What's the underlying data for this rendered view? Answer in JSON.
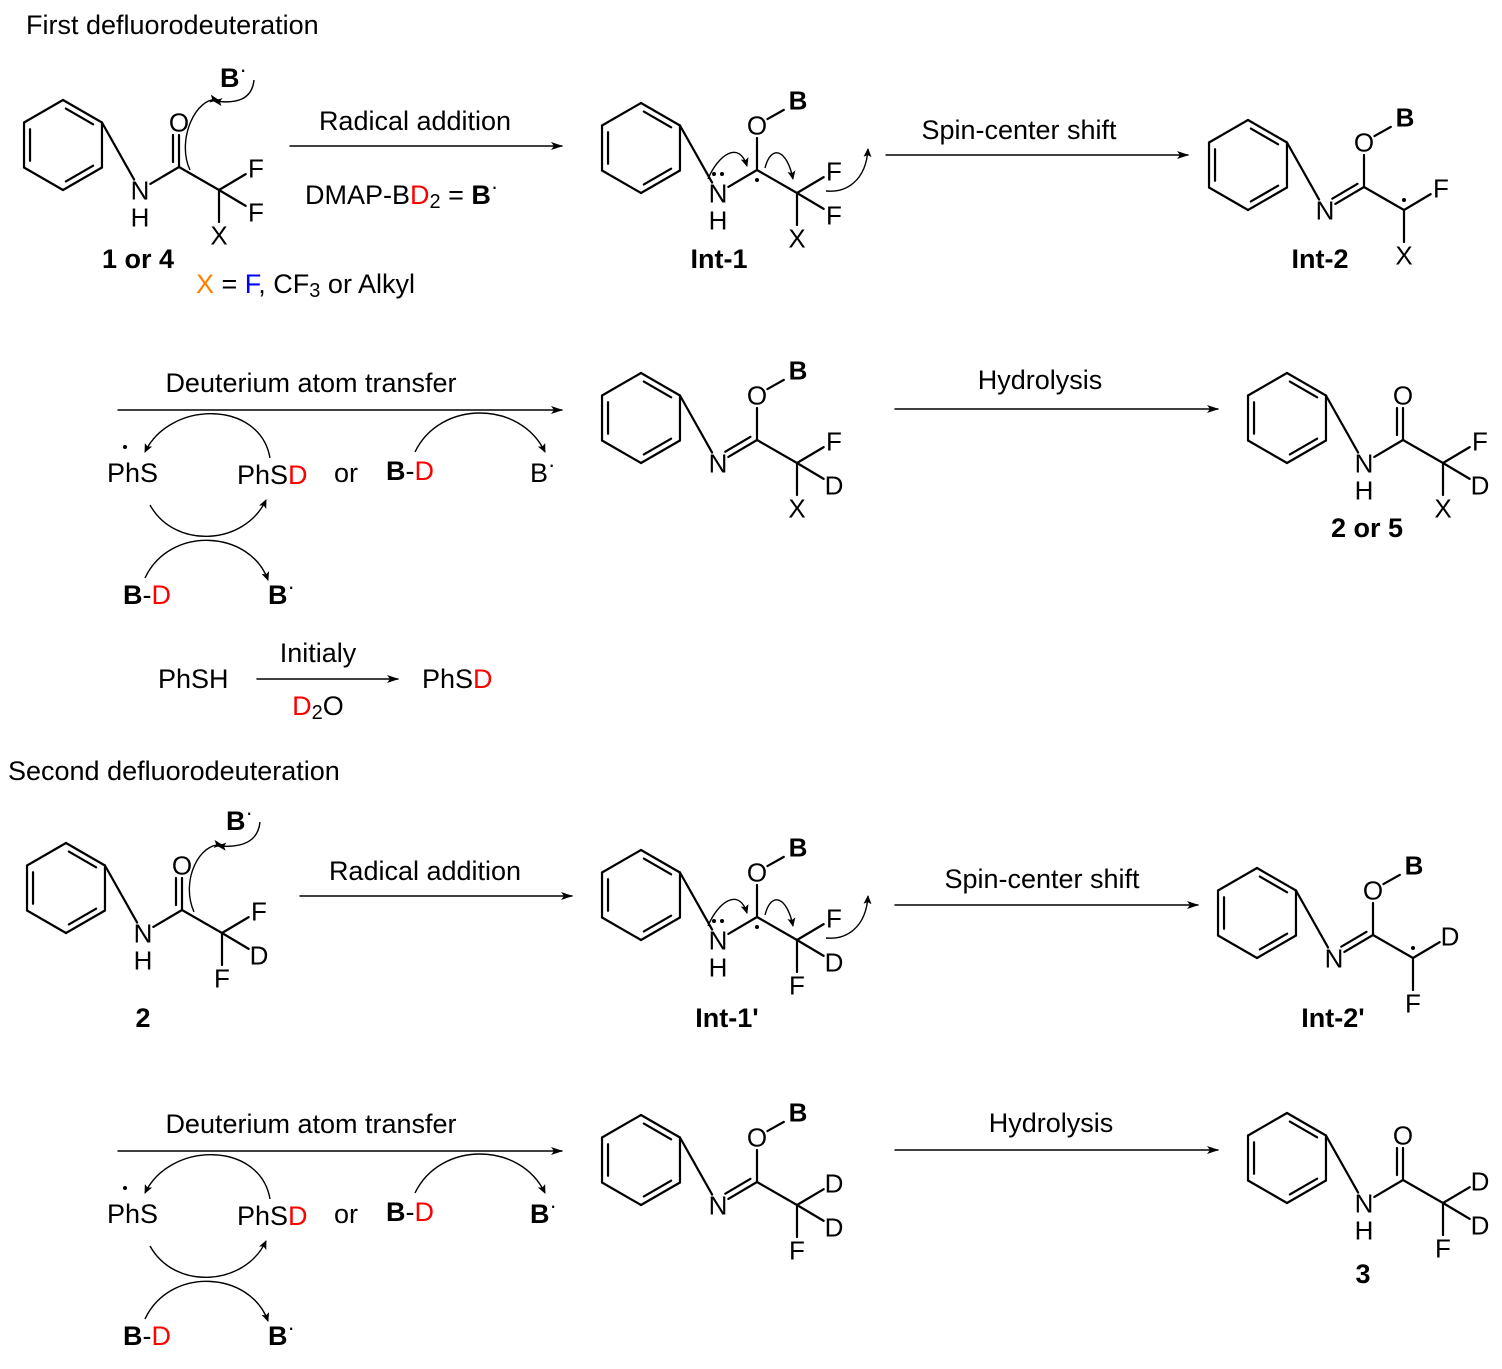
{
  "titles": {
    "first": "First defluorodeuteration",
    "second": "Second defluorodeuteration"
  },
  "colors": {
    "F": "#0000ff",
    "D": "#ff0000",
    "X": "#ff8000",
    "K": "#000000"
  },
  "molecules": [
    {
      "atoms": {
        "N": "N",
        "H": "H",
        "O": "O",
        "a": "F",
        "b": "F",
        "c": "X"
      },
      "atom_colors": {
        "a": "F",
        "b": "F",
        "c": "X"
      },
      "label": [
        {
          "t": "1",
          "b": true
        },
        {
          "t": " or "
        },
        {
          "t": "4",
          "b": true
        }
      ]
    },
    {
      "atoms": {
        "N": "N",
        "H": "H",
        "O": "O",
        "B": "B",
        "a": "F",
        "b": "F",
        "c": "X"
      },
      "atom_colors": {
        "a": "F",
        "b": "F",
        "c": "X"
      },
      "label": [
        {
          "t": "Int-1",
          "b": true
        }
      ]
    },
    {
      "atoms": {
        "N": "N",
        "O": "O",
        "B": "B",
        "a": "F",
        "c": "X"
      },
      "atom_colors": {
        "a": "F",
        "c": "X"
      },
      "label": [
        {
          "t": "Int-2",
          "b": true
        }
      ]
    },
    {
      "atoms": {
        "N": "N",
        "O": "O",
        "B": "B",
        "a": "F",
        "b": "D",
        "c": "X"
      },
      "atom_colors": {
        "a": "F",
        "b": "D",
        "c": "X"
      },
      "label": []
    },
    {
      "atoms": {
        "N": "N",
        "H": "H",
        "O": "O",
        "a": "F",
        "b": "D",
        "c": "X"
      },
      "atom_colors": {
        "a": "F",
        "b": "D",
        "c": "X"
      },
      "label": [
        {
          "t": "2",
          "b": true
        },
        {
          "t": " or "
        },
        {
          "t": "5",
          "b": true
        }
      ]
    },
    {
      "atoms": {
        "N": "N",
        "H": "H",
        "O": "O",
        "a": "F",
        "b": "D",
        "c": "F"
      },
      "atom_colors": {
        "a": "F",
        "b": "D",
        "c": "F"
      },
      "label": [
        {
          "t": "2",
          "b": true
        }
      ]
    },
    {
      "atoms": {
        "N": "N",
        "H": "H",
        "O": "O",
        "B": "B",
        "a": "F",
        "b": "D",
        "c": "F"
      },
      "atom_colors": {
        "a": "F",
        "b": "D",
        "c": "F"
      },
      "label": [
        {
          "t": "Int-1'",
          "b": true
        }
      ]
    },
    {
      "atoms": {
        "N": "N",
        "O": "O",
        "B": "B",
        "a": "D",
        "c": "F"
      },
      "atom_colors": {
        "a": "D",
        "c": "F"
      },
      "label": [
        {
          "t": "Int-2'",
          "b": true
        }
      ]
    },
    {
      "atoms": {
        "N": "N",
        "O": "O",
        "B": "B",
        "a": "D",
        "b": "D",
        "c": "F"
      },
      "atom_colors": {
        "a": "D",
        "b": "D",
        "c": "F"
      },
      "label": []
    },
    {
      "atoms": {
        "N": "N",
        "H": "H",
        "O": "O",
        "a": "D",
        "b": "D",
        "c": "F"
      },
      "atom_colors": {
        "a": "D",
        "b": "D",
        "c": "F"
      },
      "label": [
        {
          "t": "3",
          "b": true
        }
      ]
    }
  ],
  "texts": {
    "b_rad_1": [
      {
        "t": "B",
        "b": true
      },
      {
        "t": "·",
        "sup": true
      }
    ],
    "b_rad_2": [
      {
        "t": "B",
        "b": true
      },
      {
        "t": "·",
        "sup": true
      }
    ],
    "x_def": [
      {
        "t": "X",
        "c": "X"
      },
      {
        "t": " = "
      },
      {
        "t": "F",
        "c": "F"
      },
      {
        "t": ", CF"
      },
      {
        "t": "3",
        "sub": true
      },
      {
        "t": " or Alkyl"
      }
    ],
    "radical_addition_1": [
      {
        "t": "Radical addition"
      }
    ],
    "dmap": [
      {
        "t": "DMAP-B"
      },
      {
        "t": "D",
        "c": "D"
      },
      {
        "t": "2",
        "sub": true
      },
      {
        "t": " = "
      },
      {
        "t": "B",
        "b": true
      },
      {
        "t": "·",
        "sup": true
      }
    ],
    "spin_shift_1": [
      {
        "t": "Spin-center shift"
      }
    ],
    "dat_1": [
      {
        "t": "Deuterium atom transfer"
      }
    ],
    "hydrolysis_1": [
      {
        "t": "Hydrolysis"
      }
    ],
    "phs_1": [
      {
        "t": "PhS"
      }
    ],
    "phsd_1": [
      {
        "t": "PhS"
      },
      {
        "t": "D",
        "c": "D"
      }
    ],
    "or_1": [
      {
        "t": "or"
      }
    ],
    "bd_1": [
      {
        "t": "B",
        "b": true
      },
      {
        "t": "-"
      },
      {
        "t": "D",
        "c": "D"
      }
    ],
    "brad_1": [
      {
        "t": "B"
      },
      {
        "t": "·",
        "sup": true
      }
    ],
    "bd_2": [
      {
        "t": "B",
        "b": true
      },
      {
        "t": "-"
      },
      {
        "t": "D",
        "c": "D"
      }
    ],
    "brad_2": [
      {
        "t": "B",
        "b": true
      },
      {
        "t": "·",
        "sup": true
      }
    ],
    "phsh": [
      {
        "t": "PhSH"
      }
    ],
    "initialy": [
      {
        "t": "Initialy"
      }
    ],
    "d2o": [
      {
        "t": "D",
        "c": "D"
      },
      {
        "t": "2",
        "sub": true
      },
      {
        "t": "O"
      }
    ],
    "phsd_init": [
      {
        "t": "PhS"
      },
      {
        "t": "D",
        "c": "D"
      }
    ],
    "radical_addition_2": [
      {
        "t": "Radical addition"
      }
    ],
    "spin_shift_2": [
      {
        "t": "Spin-center shift"
      }
    ],
    "dat_2": [
      {
        "t": "Deuterium atom transfer"
      }
    ],
    "hydrolysis_2": [
      {
        "t": "Hydrolysis"
      }
    ],
    "phs_2": [
      {
        "t": "PhS"
      }
    ],
    "phsd_2": [
      {
        "t": "PhS"
      },
      {
        "t": "D",
        "c": "D"
      }
    ],
    "or_2": [
      {
        "t": "or"
      }
    ],
    "bd_3": [
      {
        "t": "B",
        "b": true
      },
      {
        "t": "-"
      },
      {
        "t": "D",
        "c": "D"
      }
    ],
    "brad_3": [
      {
        "t": "B",
        "b": true
      },
      {
        "t": "·",
        "sup": true
      }
    ],
    "bd_4": [
      {
        "t": "B",
        "b": true
      },
      {
        "t": "-"
      },
      {
        "t": "D",
        "c": "D"
      }
    ],
    "brad_4": [
      {
        "t": "B",
        "b": true
      },
      {
        "t": "·",
        "sup": true
      }
    ]
  }
}
